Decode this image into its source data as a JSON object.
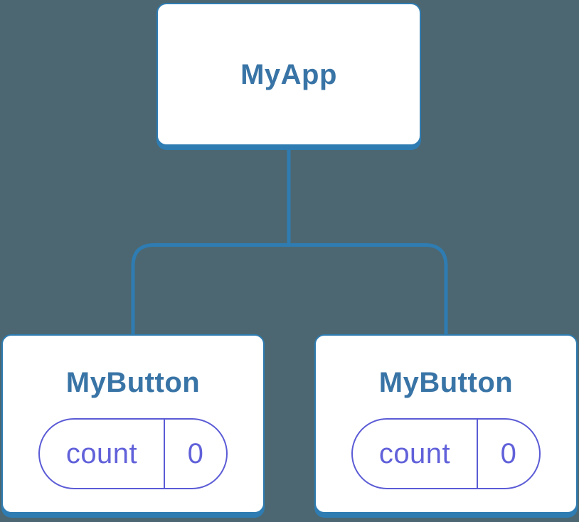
{
  "colors": {
    "background": "#4C6771",
    "connector": "#2E7CB2",
    "node_border": "#2E7CB2",
    "node_background": "#FFFFFF",
    "node_label_text": "#3974A6",
    "state_pill_border": "#5B5BD6",
    "state_pill_text": "#6161DA"
  },
  "tree": {
    "root": {
      "label": "MyApp"
    },
    "children": [
      {
        "label": "MyButton",
        "state": {
          "key": "count",
          "value": "0"
        }
      },
      {
        "label": "MyButton",
        "state": {
          "key": "count",
          "value": "0"
        }
      }
    ]
  }
}
